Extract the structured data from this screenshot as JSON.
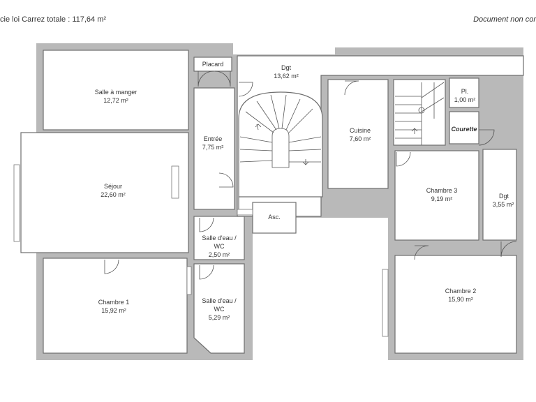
{
  "header": {
    "left": "cie loi Carrez totale :  117,64 m²",
    "right": "Document non cor"
  },
  "rooms": {
    "salle_a_manger": {
      "name": "Salle à manger",
      "area": "12,72 m²"
    },
    "sejour": {
      "name": "Séjour",
      "area": "22,60 m²"
    },
    "chambre_1": {
      "name": "Chambre 1",
      "area": "15,92 m²"
    },
    "placard": {
      "name": "Placard"
    },
    "entree": {
      "name": "Entrée",
      "area": "7,75 m²"
    },
    "salle_deau_1": {
      "name_line1": "Salle d'eau /",
      "name_line2": "WC",
      "area": "2,50 m²"
    },
    "salle_deau_2": {
      "name_line1": "Salle d'eau /",
      "name_line2": "WC",
      "area": "5,29 m²"
    },
    "dgt_main": {
      "name": "Dgt",
      "area": "13,62 m²"
    },
    "asc": {
      "name": "Asc."
    },
    "cuisine": {
      "name": "Cuisine",
      "area": "7,60 m²"
    },
    "pl": {
      "name": "Pl.",
      "area": "1,00 m²"
    },
    "courette": {
      "name": "Courette"
    },
    "chambre_3": {
      "name": "Chambre 3",
      "area": "9,19 m²"
    },
    "dgt_small": {
      "name": "Dgt",
      "area": "3,55 m²"
    },
    "chambre_2": {
      "name": "Chambre 2",
      "area": "15,90 m²"
    }
  },
  "colors": {
    "wall": "#b9b9b9",
    "room": "#ffffff",
    "outline": "#6f6f6f"
  }
}
